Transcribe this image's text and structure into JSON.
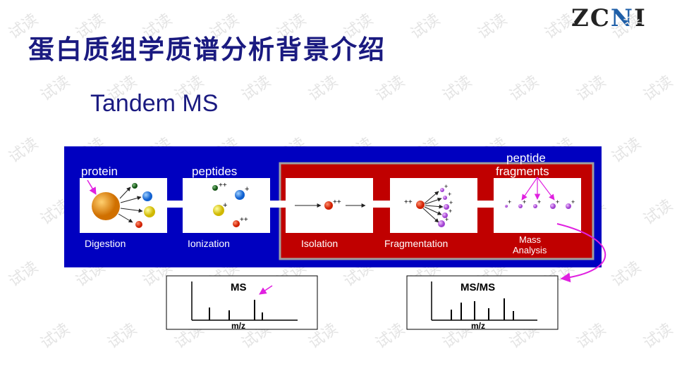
{
  "logo": {
    "text_left": "ZC",
    "text_n": "N",
    "text_right": "I"
  },
  "watermark": "试读",
  "title": "蛋白质组学质谱分析背景介绍",
  "subtitle": "Tandem MS",
  "diagram": {
    "labels": {
      "protein": "protein",
      "peptides": "peptides",
      "peptide": "peptide",
      "fragments": "fragments",
      "digestion": "Digestion",
      "ionization": "Ionization",
      "isolation": "Isolation",
      "fragmentation": "Fragmentation",
      "mass": "Mass",
      "analysis": "Analysis",
      "charge1": "+",
      "charge2": "++"
    },
    "spectra": {
      "ms_title": "MS",
      "msms_title": "MS/MS",
      "xlabel": "m/z"
    },
    "colors": {
      "blue_panel": "#0000c0",
      "red_panel": "#c00000",
      "arrow_pink": "#e020e0",
      "protein": "#e08010",
      "peptide_blue": "#2070e0",
      "peptide_yellow": "#e0d000",
      "peptide_red": "#e03010",
      "peptide_green": "#207020",
      "fragment_purple": "#c060e0"
    }
  }
}
